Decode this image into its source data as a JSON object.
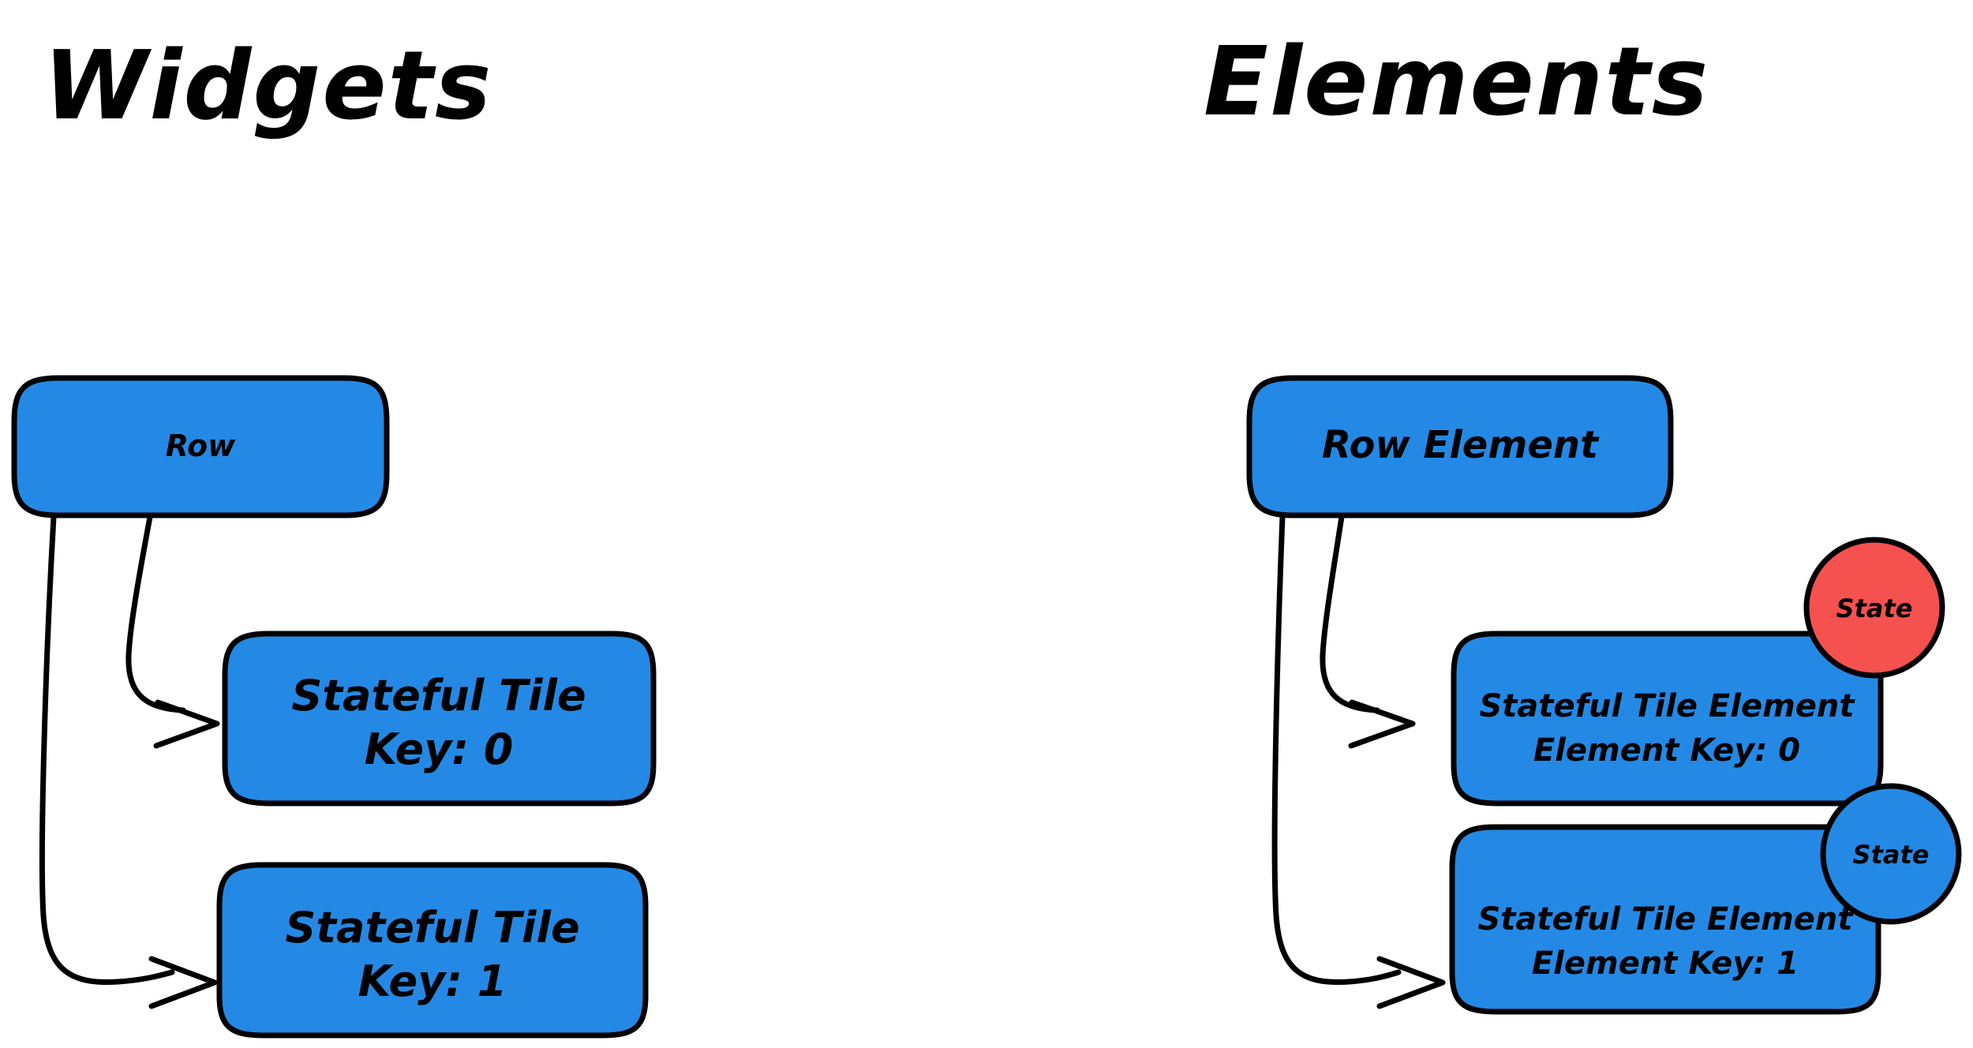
{
  "diagram": {
    "background_color": "#ffffff",
    "node_fill_color": "#2489E5",
    "state_highlight_color": "#F5514F",
    "stroke_color": "#000000"
  },
  "columns": [
    {
      "id": "widgets",
      "title": "Widgets",
      "root": {
        "label": "Row"
      },
      "children": [
        {
          "line1": "Stateful Tile",
          "line2": "Key: 0"
        },
        {
          "line1": "Stateful Tile",
          "line2": "Key: 1"
        }
      ]
    },
    {
      "id": "elements",
      "title": "Elements",
      "root": {
        "label": "Row Element"
      },
      "children": [
        {
          "line1": "Stateful Tile Element",
          "line2": "Element Key: 0",
          "badge": {
            "label": "State",
            "color": "#F5514F"
          }
        },
        {
          "line1": "Stateful Tile Element",
          "line2": "Element Key: 1",
          "badge": {
            "label": "State",
            "color": "#2489E5"
          }
        }
      ]
    }
  ]
}
